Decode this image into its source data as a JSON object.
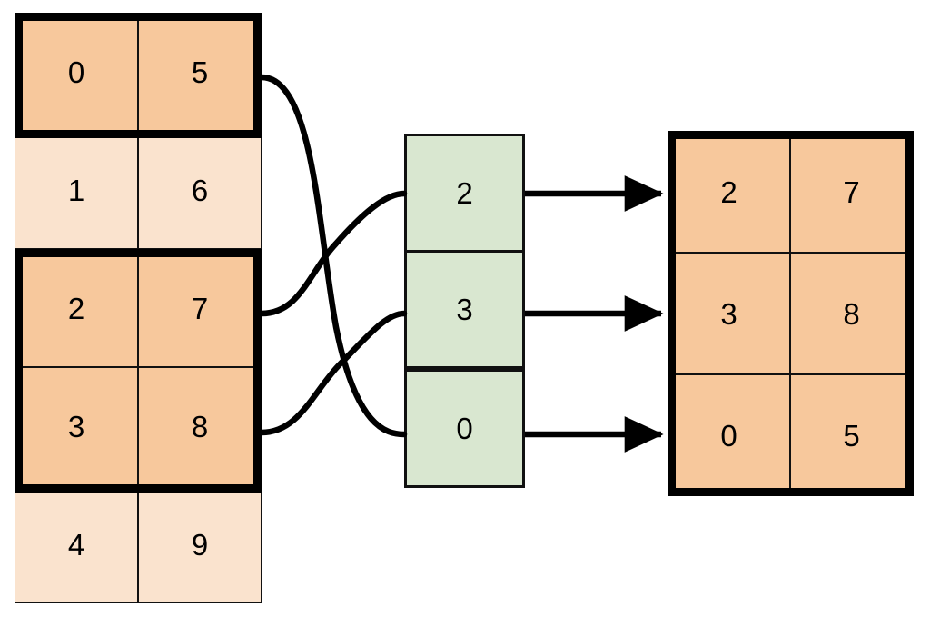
{
  "diagram": {
    "title": "Fancy indexing row gather",
    "colors": {
      "highlight_fill": "#f7c89c",
      "plain_fill": "#fae3ce",
      "index_fill": "#d9e7d0",
      "stroke": "#000000",
      "background": "#ffffff"
    }
  },
  "source_matrix": {
    "name": "source-matrix",
    "rows": [
      {
        "cells": [
          "0",
          "5"
        ],
        "selected": true
      },
      {
        "cells": [
          "1",
          "6"
        ],
        "selected": false
      },
      {
        "cells": [
          "2",
          "7"
        ],
        "selected": true
      },
      {
        "cells": [
          "3",
          "8"
        ],
        "selected": true
      },
      {
        "cells": [
          "4",
          "9"
        ],
        "selected": false
      }
    ]
  },
  "index_vector": {
    "name": "index-vector",
    "rows": [
      {
        "cells": [
          "2"
        ]
      },
      {
        "cells": [
          "3"
        ]
      },
      {
        "cells": [
          "0"
        ]
      }
    ]
  },
  "result_matrix": {
    "name": "result-matrix",
    "rows": [
      {
        "cells": [
          "2",
          "7"
        ]
      },
      {
        "cells": [
          "3",
          "8"
        ]
      },
      {
        "cells": [
          "0",
          "5"
        ]
      }
    ]
  },
  "connectors": {
    "curves": [
      {
        "from_row": 0,
        "to_index": 2,
        "label": "row-0-to-index-2"
      },
      {
        "from_row": 2,
        "to_index": 0,
        "label": "row-2-to-index-0"
      },
      {
        "from_row": 3,
        "to_index": 1,
        "label": "row-3-to-index-1"
      }
    ],
    "arrows": [
      {
        "from_index": 0,
        "to_result_row": 0,
        "label": "index-0-to-result-0"
      },
      {
        "from_index": 1,
        "to_result_row": 1,
        "label": "index-1-to-result-1"
      },
      {
        "from_index": 2,
        "to_result_row": 2,
        "label": "index-2-to-result-2"
      }
    ]
  },
  "chart_data": {
    "type": "diagram",
    "title": "Fancy indexing: gather rows [2, 3, 0] from a 5x2 array",
    "source_array": [
      [
        0,
        5
      ],
      [
        1,
        6
      ],
      [
        2,
        7
      ],
      [
        3,
        8
      ],
      [
        4,
        9
      ]
    ],
    "selected_source_rows": [
      0,
      2,
      3
    ],
    "index_array": [
      2,
      3,
      0
    ],
    "result_array": [
      [
        2,
        7
      ],
      [
        3,
        8
      ],
      [
        0,
        5
      ]
    ]
  }
}
